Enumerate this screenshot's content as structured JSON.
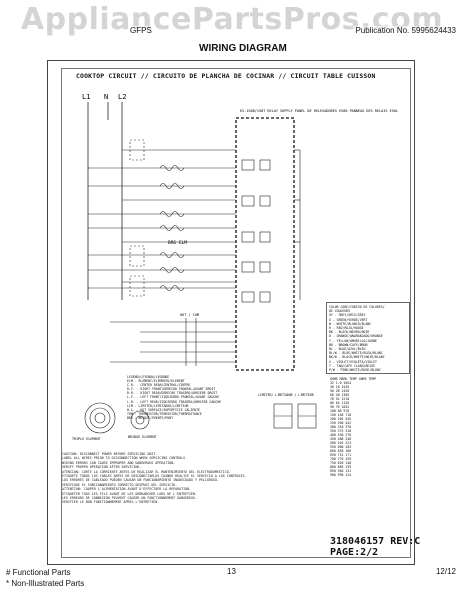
{
  "watermark": "AppliancePartsPros.com",
  "header": {
    "model": "GFPS",
    "publication": "Publication No. 5995624433",
    "title": "WIRING DIAGRAM"
  },
  "circuit_title": "COOKTOP CIRCUIT // CIRCUITO DE PLANCHA DE COCINAR // CIRCUIT TABLE CUISSON",
  "supply": [
    "L1",
    "N",
    "L2"
  ],
  "components": {
    "relay_block": "ES-150B/150T RELAY SUPPLY PANEL DE RELEVADORES ES80 PANNEAU DES RELAIS ES0L",
    "bridge": "BRG ELM",
    "board": "HOT / COM",
    "limiter": "LIMITER/ LIMITADOR / LIMITEUR"
  },
  "color_legend": [
    "COLOR CODE/CODIGO DE COLORES/",
    "DE COULEURS",
    "GY - GREY/GRIS/GRIS",
    "G - GREEN/VERDE/VERT",
    "W - WHITE/BLANCO/BLANC",
    "R - RED/ROJO/ROUGE",
    "BK - BLACK/NEGRO/NOIR",
    "O - ORANGE/ANARANJADO/ORANGE",
    "Y - YELLOW/AMARILLO/JAUNE",
    "BR - BROWN/CAFE/BRUN",
    "BL - BLUE/AZUL/BLEU",
    "BL/W - BLUE/WHITE/BLEU/BLANC",
    "BK/W - BLACK/WHITE/NOIR/BLANC",
    "V - VIOLET/VIOLETA/VIOLET",
    "T - TAN/CAFE CLARO/BEIGE",
    "P/W - PINK/WHITE/ROSE/BLANC"
  ],
  "element_legend": [
    "LEGEND/LEYENDA/LEGENDE",
    "ELM - ELEMENT/ELEMENTO/ELEMENT",
    "C.R. - CENTER REAR/CENTRAL/CENTRE",
    "R.F. - RIGHT FRONT/DERECHO FRONTAL/AVANT DROIT",
    "R.R. - RIGHT REAR/DERECHO TRASERO/ARRIERE DROIT",
    "L.F. - LEFT FRONT/IZQUIERDO FRONTAL/AVANT GAUCHE",
    "L.R. - LEFT REAR/IZQUIERDO TRASERO/ARRIERE GAUCHE",
    "LIM - LIMITER/LIMITADOR/LIMITEUR",
    "H.L. - HOT SURFACE/SUPERFICIE CALIENTE",
    "THM - THERMISTOR/TERMISTOR/THERMISTANCE",
    "BRG - BRIDGE/PUENTE/PONT"
  ],
  "notes": [
    "CAUTION: DISCONNECT POWER BEFORE SERVICING UNIT.",
    "LABEL ALL WIRES PRIOR TO DISCONNECTION WHEN SERVICING CONTROLS.",
    "WIRING ERRORS CAN CAUSE IMPROPER AND DANGEROUS OPERATION.",
    "VERIFY PROPER OPERATION AFTER SERVICING.",
    "ATENCION: CORTE LA CORRIENTE ANTES DE REALIZAR EL MANTENIMIENTO DEL ELECTRODOMESTICO.",
    "ETIQUETE TODOS LOS CABLES ANTES DE DESCONECTARLOS CUANDO REALICE EL SERVICIO A LOS CONTROLES.",
    "LOS ERRORES DE CABLEADO PUEDEN CAUSAR UN FUNCIONAMIENTO INADECUADO Y PELIGROSO.",
    "VERIFIQUE EL FUNCIONAMIENTO CORRECTO DESPUES DEL SERVICIO.",
    "ATTENTION: COUPER L'ALIMENTATION AVANT D'EFFECTUER LA REPARATION.",
    "ETIQUETER TOUS LES FILS AVANT DE LES DEBRANCHER LORS DE L'ENTRETIEN.",
    "LES ERREURS DE CONNEXION PEUVENT CAUSER UN FONCTIONNEMENT DANGEREUX.",
    "VERIFIER LE BON FONCTIONNEMENT APRES L'ENTRETIEN."
  ],
  "element_labels": [
    "TRIPLE ELEMENT",
    "BRIDGE ELEMENT"
  ],
  "temp_table_header": [
    "OHMS",
    "MARK",
    "TEMP",
    "OHMS",
    "TEMP"
  ],
  "temp_rows": [
    "32 1.0 1654",
    "40 18 1545",
    "50 28 1420",
    "60 40 1305",
    "70 52 1210",
    "80 64 1120",
    "90 76 1042",
    "100 88 970",
    "150 148 710",
    "200 205 545",
    "250 260 442",
    "300 318 370",
    "350 375 318",
    "400 430 278",
    "450 488 248",
    "500 545 223",
    "550 600 203",
    "600 658 186",
    "650 715 171",
    "700 770 159",
    "750 828 148",
    "800 885 139",
    "850 940 131",
    "900 998 124"
  ],
  "part_number": "318046157 REV:C",
  "page_of": "PAGE:2/2",
  "footer": {
    "functional": "# Functional Parts",
    "non_illustrated": "* Non-Illustrated Parts",
    "page": "13",
    "date": "12/12"
  }
}
